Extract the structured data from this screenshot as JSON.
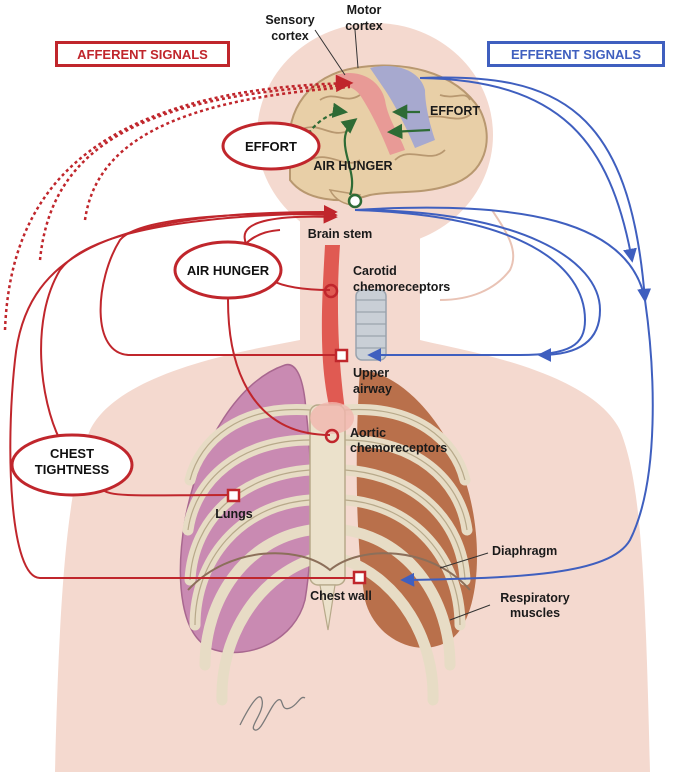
{
  "colors": {
    "afferent": "#c0262c",
    "efferent": "#3f5fbf",
    "effort_arrow": "#2e6b35",
    "body": "#f4d9cf",
    "brain": "#e8cfa7",
    "lung": "#c98ab2",
    "muscle": "#b9704b",
    "rib": "#e7dcc5"
  },
  "headers": {
    "afferent": "AFFERENT SIGNALS",
    "efferent": "EFFERENT SIGNALS"
  },
  "brain_labels": {
    "sensory_cortex": [
      "Sensory",
      "cortex"
    ],
    "motor_cortex": [
      "Motor",
      "cortex"
    ],
    "effort_motor": "EFFORT",
    "air_hunger_brain": "AIR HUNGER",
    "brain_stem": "Brain stem"
  },
  "sensations": {
    "effort": "EFFORT",
    "air_hunger": "AIR HUNGER",
    "chest_tightness": [
      "CHEST",
      "TIGHTNESS"
    ]
  },
  "receptor_labels": {
    "carotid": [
      "Carotid",
      "chemoreceptors"
    ],
    "upper_airway": [
      "Upper",
      "airway"
    ],
    "aortic": [
      "Aortic",
      "chemoreceptors"
    ],
    "lungs": "Lungs",
    "chest_wall": "Chest wall",
    "diaphragm": "Diaphragm",
    "respiratory_muscles": [
      "Respiratory",
      "muscles"
    ]
  },
  "icons": [
    "ring-icon",
    "square-icon",
    "arrow-icon"
  ]
}
